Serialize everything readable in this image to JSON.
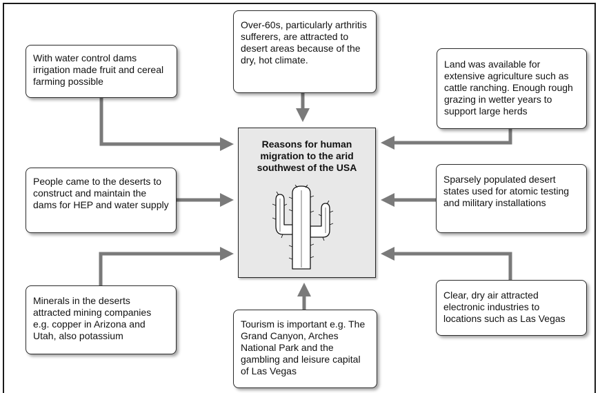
{
  "center": {
    "title": "Reasons for human\nmigration  to the arid\nsouthwest of the USA",
    "icon": "cactus-icon"
  },
  "reasons": {
    "top_left": "With water control dams irrigation made fruit and cereal farming possible",
    "top_center": "Over-60s, particularly arthritis sufferers, are attracted to desert areas because of the dry, hot climate.",
    "top_right": "Land was available for extensive agriculture such as cattle ranching. Enough rough grazing in wetter years to support large herds",
    "middle_left": "People came to the deserts to construct and maintain the dams for HEP and water supply",
    "middle_right": "Sparsely populated desert states used for atomic testing and military installations",
    "bottom_left": "Minerals in the deserts attracted mining companies e.g. copper in Arizona and Utah, also potassium",
    "bottom_center": "Tourism is important e.g. The Grand Canyon, Arches National Park and the gambling and leisure capital of Las Vegas",
    "bottom_right": "Clear, dry air attracted electronic industries to locations such as Las Vegas"
  },
  "colors": {
    "arrow": "#7a7a7a",
    "center_fill": "#e8e8e8",
    "border": "#2a2a2a"
  }
}
